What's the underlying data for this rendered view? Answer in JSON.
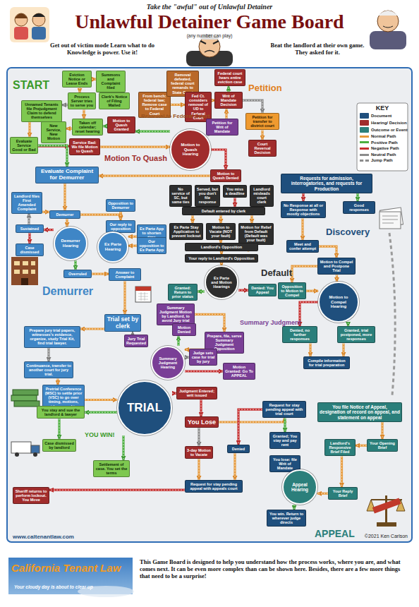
{
  "diagram": {
    "title": "Unlawful Detainer Game Board",
    "nodes": [
      {
        "text": [
          "Eviction Notice or Lease Ends"
        ]
      },
      {
        "text": [
          "Summons and Complaint filed"
        ]
      },
      {
        "text": [
          "Unnamed Tenants file Prejudgment Claim to defend themselves"
        ]
      },
      {
        "text": [
          "Process Server tries to serve you"
        ]
      },
      {
        "text": [
          "Clerk's Notice of Filing Mailed"
        ]
      },
      {
        "text": [
          "Evaluate Service Good or Bad"
        ]
      },
      {
        "text": [
          "New Service, New Motion"
        ]
      },
      {
        "text": [
          "Taken off calendar; reset hearing"
        ]
      },
      {
        "text": [
          "Motion to Quash Granted"
        ]
      },
      {
        "text": [
          "Service Bad: We file Motion to Quash"
        ]
      },
      {
        "text": [
          "Evaluate Complaint for Demurrer"
        ]
      },
      {
        "text": [
          "From bench: federal law; Remove case to Federal Court"
        ]
      },
      {
        "text": [
          "Removal defeated, federal court remands to State Court"
        ]
      },
      {
        "text": [
          "Fed Ct. considers removal of UD to Federal Court"
        ]
      },
      {
        "text": [
          "Federal court hears entire eviction case"
        ]
      },
      {
        "text": [
          "Writ of Mandate Decision"
        ]
      },
      {
        "text": [
          "Petition for transfer to district court"
        ]
      },
      {
        "text": [
          "Petition for Writ of Mandate"
        ]
      },
      {
        "text": [
          "Motion to Quash Hearing"
        ]
      },
      {
        "text": [
          "Motion to Quash Denied"
        ]
      },
      {
        "text": [
          "Court Reversal Decision"
        ]
      },
      {
        "text": [
          "Requests for admission, interrogatories, and requests for Production"
        ]
      },
      {
        "text": [
          "No Response at all or Response with mostly objections"
        ]
      },
      {
        "text": [
          "Good responses"
        ]
      },
      {
        "text": [
          "Meet and confer attempt"
        ]
      },
      {
        "text": [
          "Motion to Compel and Postpone Trial"
        ]
      },
      {
        "text": [
          "Opposition to Motion to Compel"
        ]
      },
      {
        "text": [
          "Motion to Compel Hearing"
        ]
      },
      {
        "text": [
          "Denied, no further responses"
        ]
      },
      {
        "text": [
          "Granted, trial postponed, more responses"
        ]
      },
      {
        "text": [
          "Compile information for trial preparation"
        ]
      },
      {
        "text": [
          "No service of SC, but same ties"
        ]
      },
      {
        "text": [
          "Served, but you don't file response"
        ]
      },
      {
        "text": [
          "You miss a deadline"
        ]
      },
      {
        "text": [
          "Landlord misleads court clerk"
        ]
      },
      {
        "text": [
          "Default entered by clerk"
        ]
      },
      {
        "text": [
          "Ex Parte Stay Application to prevent lockout"
        ]
      },
      {
        "text": [
          "Motion to Vacate (NOT your fault)"
        ]
      },
      {
        "text": [
          "Motion for Relief from Default (Default was your fault)"
        ]
      },
      {
        "text": [
          "Landlord's Opposition"
        ]
      },
      {
        "text": [
          "Your reply to Landlord's Opposition"
        ]
      },
      {
        "text": [
          "Ex Parte and Motion Hearings"
        ]
      },
      {
        "text": [
          "Granted: Return to prior status"
        ]
      },
      {
        "text": [
          "Denied: You Appeal"
        ]
      },
      {
        "text": [
          "Summary Judgment Motion by Landlord, to avoid Jury trial"
        ]
      },
      {
        "text": [
          "Jury Trial Requested"
        ]
      },
      {
        "text": [
          "Motion Denied"
        ]
      },
      {
        "text": [
          "Prepare, file, serve Summary Judgment Opposition"
        ]
      },
      {
        "text": [
          "Summary Judgment Hearing"
        ]
      },
      {
        "text": [
          "Judge sets case for trial by jury"
        ]
      },
      {
        "text": [
          "Motion Granted: Go To APPEAL"
        ]
      },
      {
        "text": [
          "Landlord files First Amended Complaint"
        ]
      },
      {
        "text": [
          "Demurrer"
        ]
      },
      {
        "text": [
          "Opposition to Demurrer"
        ]
      },
      {
        "text": [
          "Our reply to opposition"
        ]
      },
      {
        "text": [
          "Sustained"
        ]
      },
      {
        "text": [
          "Case dismissed"
        ]
      },
      {
        "text": [
          "Demurrer Hearing"
        ]
      },
      {
        "text": [
          "Ex Parte Hearing"
        ]
      },
      {
        "text": [
          "Ex Parte App to shorten time"
        ]
      },
      {
        "text": [
          "Our opposition to Ex Parte App"
        ]
      },
      {
        "text": [
          "Overruled"
        ]
      },
      {
        "text": [
          "Answer to Complaint"
        ]
      },
      {
        "text": [
          "Trial set by clerk"
        ]
      },
      {
        "text": [
          "Prepare jury trial papers, witnesses's evidence, organize, study Trial Kit, find trial lawyer."
        ]
      },
      {
        "text": [
          "Continuance, transfer to another court for jury trial."
        ]
      },
      {
        "text": [
          "Pretrial Conference (MSC) to settle prior (VSC) to go over timing, motions, evidence, and jury instructions"
        ]
      },
      {
        "text": [
          "TRIAL"
        ]
      },
      {
        "text": [
          "You stay and sue the landlord & lawyer"
        ]
      },
      {
        "text": [
          "Case dismissed by landlord"
        ]
      },
      {
        "text": [
          "Settlement of case. You set the terms"
        ]
      },
      {
        "text": [
          "Judgment Entered; writ issued"
        ]
      },
      {
        "text": [
          "You Lose"
        ]
      },
      {
        "text": [
          "3-day Motion to Vacate"
        ]
      },
      {
        "text": [
          "Sheriff returns to perform lockout. You Move"
        ]
      },
      {
        "text": [
          "Request for stay pending appeal with appeals court"
        ]
      },
      {
        "text": [
          "Request for stay pending appeal with trial court"
        ]
      },
      {
        "text": [
          "You file Notice of Appeal, designation of record on appeal, and statement on appeal"
        ]
      },
      {
        "text": [
          "Granted; You stay and pay rent"
        ]
      },
      {
        "text": [
          "Denied"
        ]
      },
      {
        "text": [
          "You lose: file Writ of Mandate"
        ]
      },
      {
        "text": [
          "Landlord's Responsive Brief Filed"
        ]
      },
      {
        "text": [
          "Your Opening Brief"
        ]
      },
      {
        "text": [
          "Appeal Hearing"
        ]
      },
      {
        "text": [
          "Your Reply Brief"
        ]
      },
      {
        "text": [
          "You win. Return to wherever judge directs"
        ]
      }
    ],
    "edges": [
      {
        "from": 0,
        "to": 1,
        "arrow": "to"
      },
      {
        "from": 1,
        "to": 4,
        "arrow": "to"
      },
      {
        "from": 0,
        "to": 3,
        "arrow": "to"
      },
      {
        "from": 3,
        "to": 2,
        "arrow": "to"
      },
      {
        "from": 2,
        "to": 5,
        "arrow": "to"
      },
      {
        "from": 3,
        "to": 7,
        "arrow": "to"
      },
      {
        "from": 5,
        "to": 9,
        "arrow": "to"
      },
      {
        "from": 5,
        "to": 10,
        "arrow": "to"
      },
      {
        "from": 7,
        "to": 6,
        "arrow": "to"
      },
      {
        "from": 8,
        "to": 7,
        "arrow": "to"
      },
      {
        "from": 9,
        "to": 18,
        "arrow": "to"
      },
      {
        "from": 18,
        "to": 8,
        "arrow": "to"
      },
      {
        "from": 18,
        "to": 19,
        "arrow": "to"
      },
      {
        "from": 19,
        "to": 10,
        "arrow": "to"
      },
      {
        "from": 18,
        "to": 17,
        "arrow": "to"
      },
      {
        "from": 17,
        "to": 15,
        "arrow": "to"
      },
      {
        "from": 15,
        "to": 16,
        "arrow": "to"
      },
      {
        "from": 16,
        "to": 20,
        "arrow": "to"
      },
      {
        "from": 11,
        "to": 13,
        "arrow": "to"
      },
      {
        "from": 13,
        "to": 12,
        "arrow": "to"
      },
      {
        "from": 13,
        "to": 15,
        "arrow": "to"
      },
      {
        "from": 15,
        "to": 14,
        "arrow": "to"
      },
      {
        "from": 10,
        "to": 52,
        "arrow": "to"
      },
      {
        "from": 51,
        "to": 52,
        "arrow": "to"
      },
      {
        "from": 52,
        "to": 53,
        "arrow": "to"
      },
      {
        "from": 53,
        "to": 54,
        "arrow": "to"
      },
      {
        "from": 52,
        "to": 57,
        "arrow": "to"
      },
      {
        "from": 57,
        "to": 55,
        "arrow": "to"
      },
      {
        "from": 55,
        "to": 56,
        "arrow": "to"
      },
      {
        "from": 55,
        "to": 51,
        "arrow": "to"
      },
      {
        "from": 57,
        "to": 61,
        "arrow": "to"
      },
      {
        "from": 61,
        "to": 62,
        "arrow": "to"
      },
      {
        "from": 59,
        "to": 58,
        "arrow": "to"
      },
      {
        "from": 60,
        "to": 58,
        "arrow": "to"
      },
      {
        "from": 31,
        "to": 35,
        "arrow": "to"
      },
      {
        "from": 32,
        "to": 35,
        "arrow": "to"
      },
      {
        "from": 33,
        "to": 35,
        "arrow": "to"
      },
      {
        "from": 34,
        "to": 35,
        "arrow": "to"
      },
      {
        "from": 35,
        "to": 36,
        "arrow": "to"
      },
      {
        "from": 35,
        "to": 37,
        "arrow": "to"
      },
      {
        "from": 35,
        "to": 38,
        "arrow": "to"
      },
      {
        "from": 37,
        "to": 39,
        "arrow": "to"
      },
      {
        "from": 38,
        "to": 39,
        "arrow": "to"
      },
      {
        "from": 39,
        "to": 40,
        "arrow": "to"
      },
      {
        "from": 40,
        "to": 41,
        "arrow": "to"
      },
      {
        "from": 41,
        "to": 42,
        "arrow": "to"
      },
      {
        "from": 41,
        "to": 43,
        "arrow": "to"
      },
      {
        "from": 21,
        "to": 22,
        "arrow": "to"
      },
      {
        "from": 21,
        "to": 23,
        "arrow": "to"
      },
      {
        "from": 22,
        "to": 24,
        "arrow": "to"
      },
      {
        "from": 24,
        "to": 25,
        "arrow": "to"
      },
      {
        "from": 25,
        "to": 26,
        "arrow": "to"
      },
      {
        "from": 26,
        "to": 27,
        "arrow": "to"
      },
      {
        "from": 25,
        "to": 27,
        "arrow": "to"
      },
      {
        "from": 27,
        "to": 28,
        "arrow": "to"
      },
      {
        "from": 27,
        "to": 29,
        "arrow": "to"
      },
      {
        "from": 28,
        "to": 30,
        "arrow": "to"
      },
      {
        "from": 29,
        "to": 30,
        "arrow": "to"
      },
      {
        "from": 44,
        "to": 47,
        "arrow": "to"
      },
      {
        "from": 47,
        "to": 48,
        "arrow": "to"
      },
      {
        "from": 48,
        "to": 46,
        "arrow": "to"
      },
      {
        "from": 48,
        "to": 50,
        "arrow": "to"
      },
      {
        "from": 48,
        "to": 49,
        "arrow": "to"
      },
      {
        "from": 45,
        "to": 63,
        "arrow": "to"
      },
      {
        "from": 62,
        "to": 63,
        "arrow": "to"
      },
      {
        "from": 63,
        "to": 64,
        "arrow": "to"
      },
      {
        "from": 64,
        "to": 65,
        "arrow": "to"
      },
      {
        "from": 65,
        "to": 66,
        "arrow": "to"
      },
      {
        "from": 66,
        "to": 67,
        "arrow": "to"
      },
      {
        "from": 67,
        "to": 68,
        "arrow": "to"
      },
      {
        "from": 68,
        "to": 69,
        "arrow": "to"
      },
      {
        "from": 67,
        "to": 70,
        "arrow": "to"
      },
      {
        "from": 67,
        "to": 71,
        "arrow": "to"
      },
      {
        "from": 71,
        "to": 72,
        "arrow": "to"
      },
      {
        "from": 72,
        "to": 73,
        "arrow": "to"
      },
      {
        "from": 73,
        "to": 75,
        "arrow": "to"
      },
      {
        "from": 75,
        "to": 74,
        "arrow": "to"
      },
      {
        "from": 72,
        "to": 76,
        "arrow": "to"
      },
      {
        "from": 76,
        "to": 78,
        "arrow": "to"
      },
      {
        "from": 76,
        "to": 79,
        "arrow": "to"
      },
      {
        "from": 79,
        "to": 75,
        "arrow": "to"
      },
      {
        "from": 77,
        "to": 82,
        "arrow": "to"
      },
      {
        "from": 82,
        "to": 81,
        "arrow": "to"
      },
      {
        "from": 81,
        "to": 84,
        "arrow": "to"
      },
      {
        "from": 84,
        "to": 83,
        "arrow": "to"
      },
      {
        "from": 83,
        "to": 85,
        "arrow": "to"
      },
      {
        "from": 83,
        "to": 80,
        "arrow": "to"
      }
    ],
    "labels": [
      "Take the \"awful\" out of Unlawful Detainer",
      "(any number can play)",
      "Get out of victim mode Learn what to do Knowledge is power. Use it!",
      "Beat the landlord at their own game. They asked for it.",
      "START",
      "Motion To Quash",
      "Removal to Federal Court",
      "Petition",
      "Discovery",
      "Default",
      "Summary Judgment",
      "Demurrer",
      "YOU WIN!",
      "APPEAL",
      "KEY",
      "www.caltenantlaw.com",
      "©2021 Ken Carlson",
      "California Tenant Law",
      "Your cloudy day is about to clear up",
      "This Game Board is designed to help you understand how the process works, where you are, and what comes next. It can be even more complex than can be shown here. Besides, there are a few more things that need to be a surprise!"
    ],
    "legend": [
      {
        "text": "Document",
        "color": "#1f4f7d"
      },
      {
        "text": "Hearing/ Decision",
        "color": "#a02c2c"
      },
      {
        "text": "Outcome or Event",
        "color": "#2b7f7b"
      },
      {
        "text": "Normal Path"
      },
      {
        "text": "Positive Path"
      },
      {
        "text": "Negative Path"
      },
      {
        "text": "Neutral Path"
      },
      {
        "text": "Jump Path"
      }
    ]
  }
}
